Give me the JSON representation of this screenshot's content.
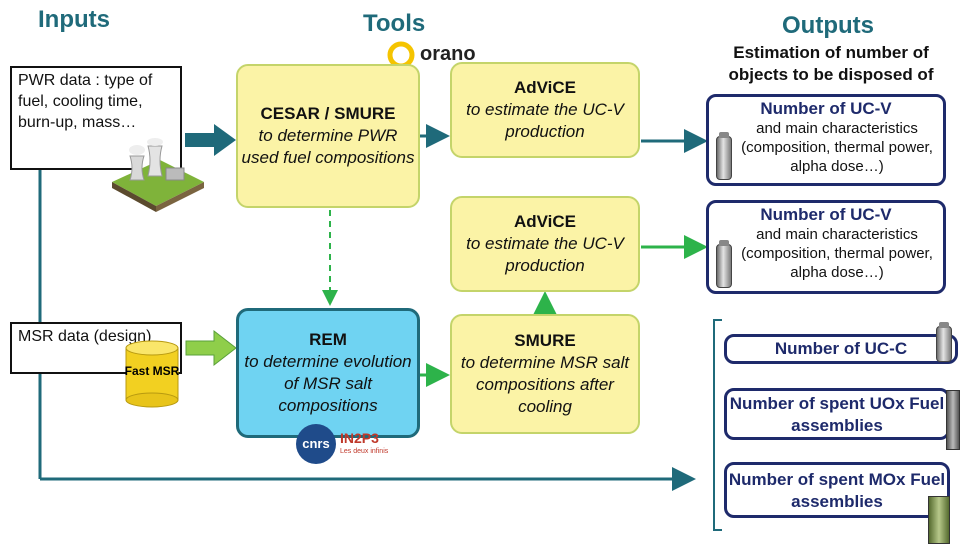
{
  "headers": {
    "inputs": "Inputs",
    "tools": "Tools",
    "outputs": "Outputs"
  },
  "estimation_title": "Estimation  of number of objects to be disposed of",
  "inputs": {
    "pwr": "PWR data : type of fuel, cooling time, burn-up, mass…",
    "msr": "MSR data (design)",
    "fast_msr": "Fast MSR"
  },
  "tools": {
    "cesar": {
      "title": "CESAR / SMURE",
      "sub": "to determine PWR used fuel compositions"
    },
    "advice1": {
      "title": "AdViCE",
      "sub": "to estimate the UC-V production"
    },
    "advice2": {
      "title": "AdViCE",
      "sub": "to estimate the UC-V production"
    },
    "rem": {
      "title": "REM",
      "sub": "to determine evolution of MSR salt compositions"
    },
    "smure": {
      "title": "SMURE",
      "sub": "to determine MSR salt compositions after cooling"
    }
  },
  "outputs": {
    "ucv1": {
      "title": "Number of UC-V",
      "sub": "and main characteristics (composition, thermal power, alpha dose…)"
    },
    "ucv2": {
      "title": "Number of UC-V",
      "sub": "and main characteristics (composition, thermal power, alpha dose…)"
    },
    "ucc": "Number of UC-C",
    "uox": "Number of spent UOx Fuel assemblies",
    "mox": "Number of spent MOx Fuel assemblies"
  },
  "logos": {
    "orano": "orano",
    "cnrs": "cnrs",
    "in2p3": "IN2P3",
    "in2p3_tag": "Les deux infinis"
  },
  "colors": {
    "teal": "#1f6a7a",
    "green": "#2db34a",
    "navy": "#1e2a6b",
    "yellow": "#fbf3a6",
    "blue": "#6fd3f2"
  }
}
